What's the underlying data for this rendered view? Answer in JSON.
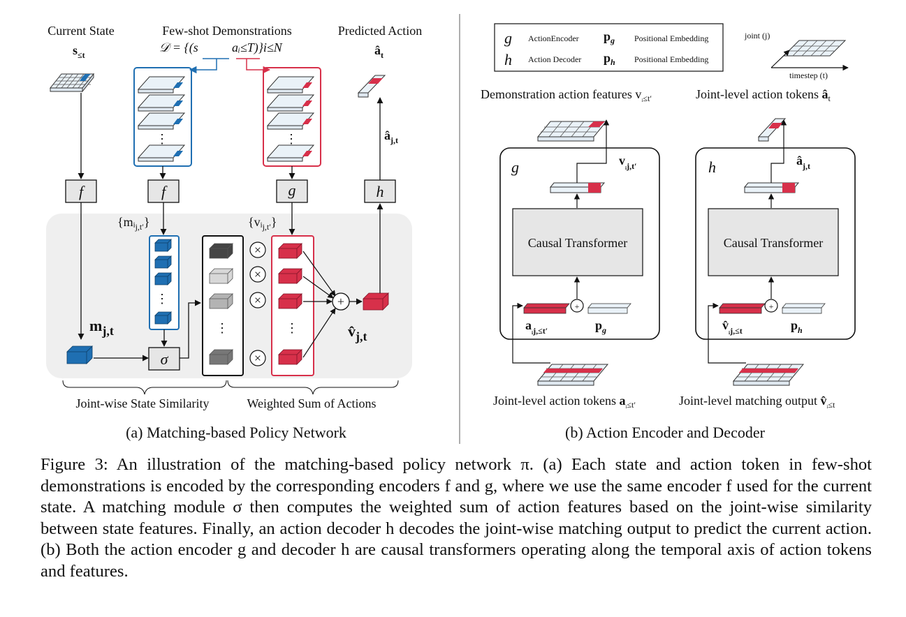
{
  "panel_a": {
    "current_state_title": "Current State",
    "current_state_sym": "s",
    "current_state_sub": "≤t",
    "demos_title": "Few-shot Demonstrations",
    "demos_formula": "𝒟 = {(s",
    "demos_formula_tail": "aᵢ≤T)}i≤N",
    "predicted_title": "Predicted Action",
    "predicted_sym": "â",
    "predicted_sub": "t",
    "f_label": "f",
    "f2_label": "f",
    "g_label": "g",
    "h_label": "h",
    "sigma_label": "σ",
    "m_set_label": "{mᵢ",
    "m_set_sub": "j,t′",
    "v_set_label": "{vᵢ",
    "v_set_sub": "j,t′",
    "m_jt_label": "m",
    "m_jt_sub": "j,t",
    "a_jt_label": "â",
    "a_jt_sub": "j,t",
    "v_hat_label": "v̂",
    "v_hat_sub": "j,t",
    "times_symbol": "⊗",
    "plus_symbol": "+",
    "dots": "⋮",
    "brace_left_label": "Joint-wise State Similarity",
    "brace_right_label": "Weighted Sum of Actions",
    "caption": "(a) Matching-based Policy Network"
  },
  "panel_b": {
    "legend": {
      "g_sym": "g",
      "g_text": "ActionEncoder",
      "pg_sym": "p",
      "pg_sub": "g",
      "pg_text": "Positional Embedding",
      "h_sym": "h",
      "h_text": "Action Decoder",
      "ph_sym": "p",
      "ph_sub": "h",
      "ph_text": "Positional Embedding"
    },
    "axis_joint": "joint (j)",
    "axis_timestep": "timestep (t)",
    "enc_title": "Demonstration action features v",
    "enc_title_sub": "ᵢ≤t′",
    "dec_title": "Joint-level action tokens",
    "dec_title_sym": "â",
    "dec_title_sub": "t",
    "enc_letter": "g",
    "dec_letter": "h",
    "transformer_label": "Causal Transformer",
    "enc_out_label": "v",
    "enc_out_sub": "ᵢj,t′",
    "dec_out_label": "â",
    "dec_out_sub": "j,t",
    "enc_in_label": "a",
    "enc_in_sub": "ᵢj,≤t′",
    "dec_in_label": "v̂",
    "dec_in_sub": "ᵢj,≤t",
    "pg_label": "p",
    "pg_label_sub": "g",
    "ph_label": "p",
    "ph_label_sub": "h",
    "enc_bottom": "Joint-level action tokens",
    "enc_bottom_sym": "a",
    "enc_bottom_sub": "ᵢ≤t′",
    "dec_bottom": "Joint-level matching output",
    "dec_bottom_sym": "v̂",
    "dec_bottom_sub": "ᵢ≤t",
    "caption": "(b) Action Encoder and Decoder"
  },
  "caption_text": "Figure 3: An illustration of the matching-based policy network π. (a) Each state and action token in few-shot demonstrations is encoded by the corresponding encoders f and g, where we use the same encoder f used for the current state. A matching module σ then computes the weighted sum of action features based on the joint-wise similarity between state features. Finally, an action decoder h decodes the joint-wise matching output to predict the current action. (b) Both the action encoder g and decoder h are causal transformers operating along the temporal axis of action tokens and features.",
  "colors": {
    "blue": "#1f6fb2",
    "red": "#d7304a",
    "grid_fill": "#eaf2f8",
    "panel_bg": "#efefef",
    "box_fill": "#e6e6e6"
  }
}
